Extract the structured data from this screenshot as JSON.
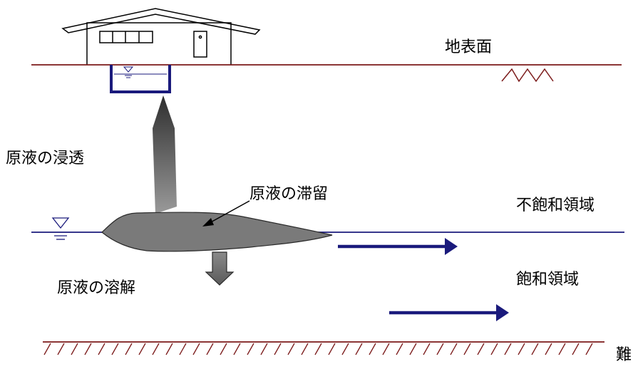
{
  "labels": {
    "ground_surface": "地表面",
    "infiltration": "原液の浸透",
    "retention": "原液の滞留",
    "unsaturated_zone": "不飽和領域",
    "saturated_zone": "飽和領域",
    "dissolution": "原液の溶解",
    "impermeable_layer": "難"
  },
  "colors": {
    "ground_line": "#7b1a1a",
    "water_line": "#1a1a7c",
    "flow_arrow": "#1a1a7c",
    "plume_fill": "#7a7a7a",
    "tank": "#1a1a7c"
  },
  "icons": {
    "water_table_marker": "water-table-triangle-icon"
  }
}
